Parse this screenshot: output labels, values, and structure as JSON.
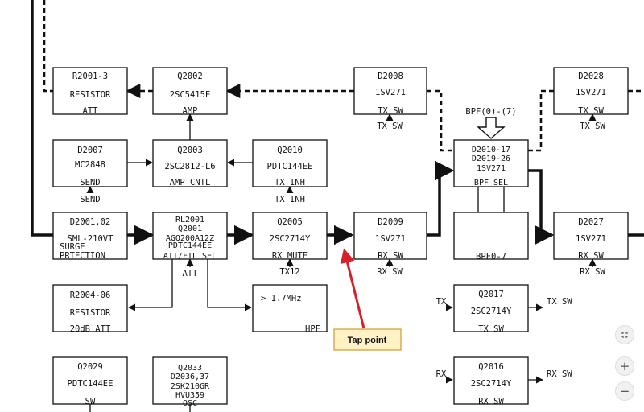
{
  "blocks": [
    {
      "ref": "R2001-3",
      "lines": [
        "RESISTOR",
        "ATT"
      ]
    },
    {
      "ref": "Q2002",
      "lines": [
        "2SC5415E",
        "AMP"
      ]
    },
    {
      "ref": "D2008",
      "lines": [
        "1SV271",
        "TX SW"
      ]
    },
    {
      "ref": "D2028",
      "lines": [
        "1SV271",
        "TX SW"
      ]
    },
    {
      "ref": "D2007",
      "lines": [
        "MC2848",
        "SEND"
      ]
    },
    {
      "ref": "Q2003",
      "lines": [
        "2SC2812-L6",
        "AMP CNTL"
      ]
    },
    {
      "ref": "Q2010",
      "lines": [
        "PDTC144EE",
        "TX_INH"
      ]
    },
    {
      "ref": "D2010-17",
      "lines": [
        "D2019-26",
        "1SV271",
        "BPF SEL"
      ]
    },
    {
      "ref": "D2001,02",
      "lines": [
        "SML-210VT",
        "SURGE",
        "PRTECTION"
      ]
    },
    {
      "ref": "RL2001",
      "lines": [
        "Q2001",
        "AGQ200A12Z",
        "PDTC144EE",
        "ATT/FIL SEL"
      ]
    },
    {
      "ref": "Q2005",
      "lines": [
        "2SC2714Y",
        "RX MUTE"
      ]
    },
    {
      "ref": "D2009",
      "lines": [
        "1SV271",
        "RX SW"
      ]
    },
    {
      "ref": "",
      "lines": [
        "BPF0-7"
      ]
    },
    {
      "ref": "D2027",
      "lines": [
        "1SV271",
        "RX SW"
      ]
    },
    {
      "ref": "R2004-06",
      "lines": [
        "RESISTOR",
        "20dB ATT"
      ]
    },
    {
      "ref": "",
      "lines": [
        "> 1.7MHz",
        "HPF"
      ]
    },
    {
      "ref": "Q2017",
      "lines": [
        "2SC2714Y",
        "TX SW"
      ]
    },
    {
      "ref": "Q2016",
      "lines": [
        "2SC2714Y",
        "RX SW"
      ]
    },
    {
      "ref": "Q2029",
      "lines": [
        "PDTC144EE",
        "SW"
      ]
    },
    {
      "ref": "Q2033",
      "lines": [
        "D2036,37",
        "2SK210GR",
        "HVU359",
        "OSC"
      ]
    }
  ],
  "signals": {
    "d2008_ctrl": "TX SW",
    "d2028_ctrl": "TX SW",
    "send": "SEND",
    "tx_inh": "TX_INH",
    "bpf_ctrl": "BPF(0)-(7)",
    "att": "ATT",
    "tx12": "TX12",
    "d2009_ctrl": "RX SW",
    "d2027_ctrl": "RX SW",
    "tx_in": "TX",
    "tx_out": "TX SW",
    "rx_in": "RX",
    "rx_out": "RX SW"
  },
  "callout": {
    "label": "Tap point",
    "color": "#d6212b",
    "fill": "#fff2c4",
    "border": "#d09a2e"
  },
  "viewer": {
    "fit_icon": "fit-to-screen-icon",
    "zoom_in": "+",
    "zoom_out": "−"
  }
}
